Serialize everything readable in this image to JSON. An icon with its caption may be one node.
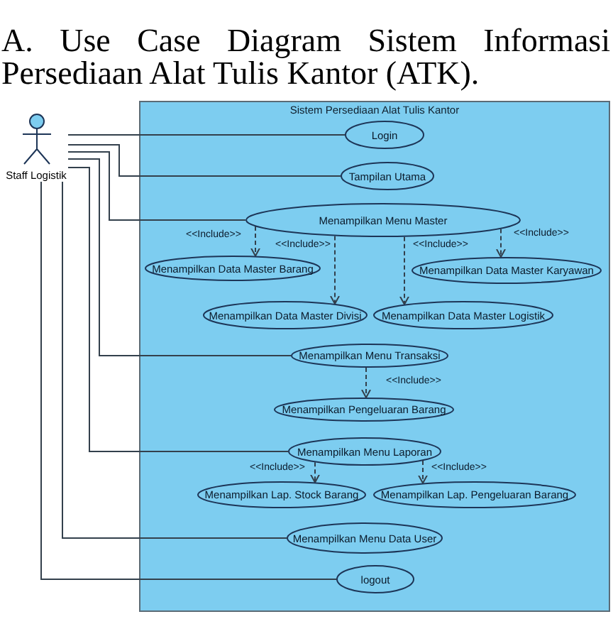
{
  "diagram": {
    "title": "A. Use Case Diagram Sistem Informasi Persediaan Alat Tulis Kantor (ATK).",
    "nodes": [
      {
        "text": [
          "Staff Logistik"
        ]
      },
      {
        "text": [
          "Sistem Persediaan Alat Tulis Kantor"
        ]
      },
      {
        "text": [
          "Login"
        ],
        "in": 1
      },
      {
        "text": [
          "Tampilan Utama"
        ],
        "in": 1
      },
      {
        "text": [
          "Menampilkan Menu Master"
        ],
        "in": 1
      },
      {
        "text": [
          "Menampilkan Data Master Barang"
        ],
        "in": 1
      },
      {
        "text": [
          "Menampilkan Data Master Karyawan"
        ],
        "in": 1
      },
      {
        "text": [
          "Menampilkan Data Master Divisi"
        ],
        "in": 1
      },
      {
        "text": [
          "Menampilkan Data Master Logistik"
        ],
        "in": 1
      },
      {
        "text": [
          "Menampilkan Menu Transaksi"
        ],
        "in": 1
      },
      {
        "text": [
          "Menampilkan Pengeluaran Barang"
        ],
        "in": 1
      },
      {
        "text": [
          "Menampilkan Menu Laporan"
        ],
        "in": 1
      },
      {
        "text": [
          "Menampilkan Lap. Stock Barang"
        ],
        "in": 1
      },
      {
        "text": [
          "Menampilkan Lap. Pengeluaran Barang"
        ],
        "in": 1
      },
      {
        "text": [
          "Menampilkan Menu Data User"
        ],
        "in": 1
      },
      {
        "text": [
          "logout"
        ],
        "in": 1
      }
    ],
    "edges": [
      {
        "from": 0,
        "to": 2,
        "arrow": "none"
      },
      {
        "from": 0,
        "to": 3,
        "arrow": "none"
      },
      {
        "from": 0,
        "to": 4,
        "arrow": "none"
      },
      {
        "from": 0,
        "to": 9,
        "arrow": "none"
      },
      {
        "from": 0,
        "to": 11,
        "arrow": "none"
      },
      {
        "from": 0,
        "to": 14,
        "arrow": "none"
      },
      {
        "from": 0,
        "to": 15,
        "arrow": "none"
      },
      {
        "from": 4,
        "to": 5,
        "arrow": "to",
        "label": "<<Include>>",
        "style": "dashed"
      },
      {
        "from": 4,
        "to": 7,
        "arrow": "to",
        "label": "<<Include>>",
        "style": "dashed"
      },
      {
        "from": 4,
        "to": 8,
        "arrow": "to",
        "label": "<<Include>>",
        "style": "dashed"
      },
      {
        "from": 4,
        "to": 6,
        "arrow": "to",
        "label": "<<Include>>",
        "style": "dashed"
      },
      {
        "from": 9,
        "to": 10,
        "arrow": "to",
        "label": "<<Include>>",
        "style": "dashed"
      },
      {
        "from": 11,
        "to": 12,
        "arrow": "to",
        "label": "<<Include>>",
        "style": "dashed"
      },
      {
        "from": 11,
        "to": 13,
        "arrow": "to",
        "label": "<<Include>>",
        "style": "dashed"
      }
    ]
  }
}
